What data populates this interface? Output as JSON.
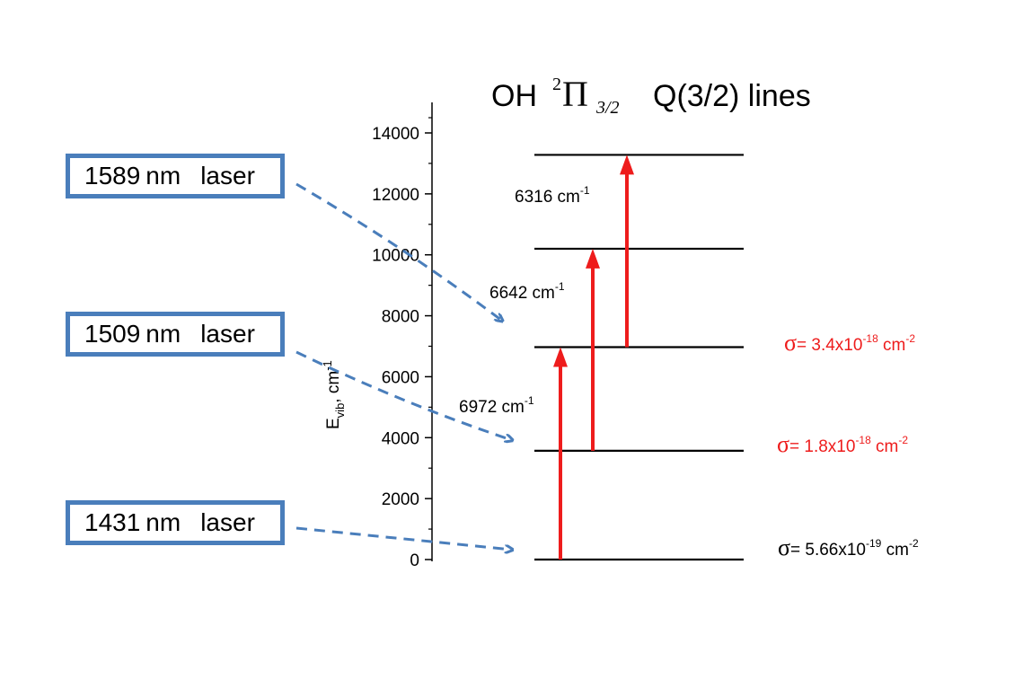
{
  "title": {
    "molecule": "OH",
    "superscript": "2",
    "symbol": "Π",
    "subscript": "3/2",
    "lines": "Q(3/2) lines"
  },
  "axis": {
    "ylabel_main": "E",
    "ylabel_sub": "vib",
    "ylabel_unit": ",  cm",
    "ylabel_unit_sup": "-1",
    "ticks": [
      "0",
      "2000",
      "4000",
      "6000",
      "8000",
      "10000",
      "12000",
      "14000"
    ]
  },
  "lasers": [
    {
      "value": "1589",
      "unit": "nm",
      "word": "laser"
    },
    {
      "value": "1509",
      "unit": "nm",
      "word": "laser"
    },
    {
      "value": "1431",
      "unit": "nm",
      "word": "laser"
    }
  ],
  "transitions": [
    {
      "label": "6316 cm",
      "sup": "-1"
    },
    {
      "label": "6642 cm",
      "sup": "-1"
    },
    {
      "label": "6972 cm",
      "sup": "-1"
    }
  ],
  "cross_sections": [
    {
      "sigma": "σ",
      "eq": "=  3.4x10",
      "exp": "-18",
      "unit": " cm",
      "unit_sup": "-2",
      "color": "#ee1c1c"
    },
    {
      "sigma": "σ",
      "eq": "=  1.8x10",
      "exp": "-18",
      "unit": " cm",
      "unit_sup": "-2",
      "color": "#ee1c1c"
    },
    {
      "sigma": "σ",
      "eq": "=  5.66x10",
      "exp": "-19",
      "unit": " cm",
      "unit_sup": "-2",
      "color": "#000000"
    }
  ],
  "chart_data": {
    "type": "diagram",
    "ylim": [
      0,
      14000
    ],
    "energy_levels": [
      0,
      3570,
      6970,
      10200,
      13280
    ],
    "arrows": [
      {
        "from": 0,
        "to": 6970
      },
      {
        "from": 3570,
        "to": 10200
      },
      {
        "from": 6970,
        "to": 13280
      }
    ]
  },
  "colors": {
    "laser_box": "#4a7ebb",
    "arrow": "#ee1c1c",
    "levels": "#000000"
  }
}
